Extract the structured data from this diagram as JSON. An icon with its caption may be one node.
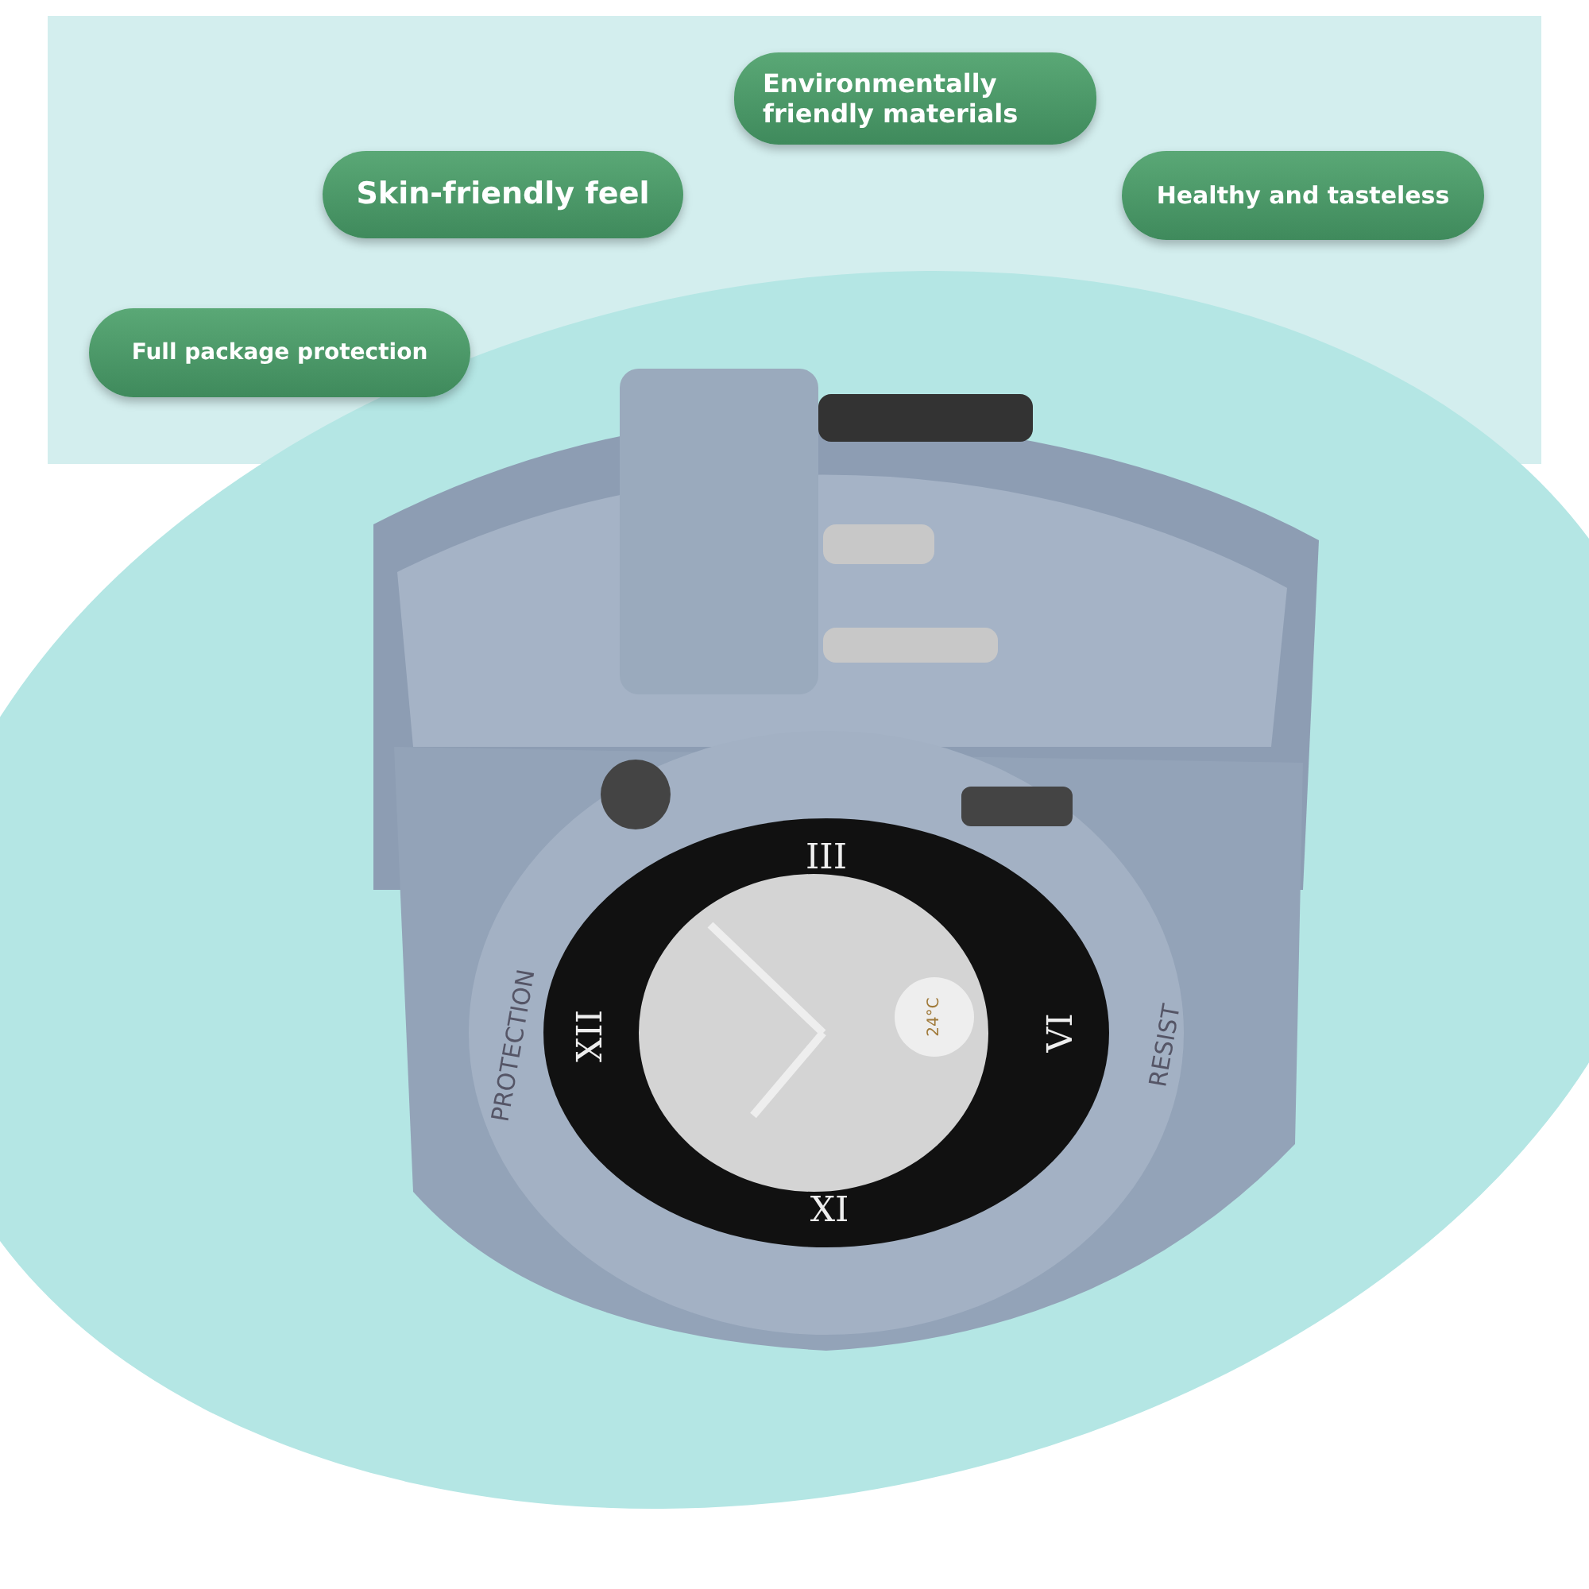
{
  "diagram": {
    "nodes": [
      {
        "text": [
          "Environmentally friendly materials"
        ]
      },
      {
        "text": [
          "Skin-friendly feel"
        ]
      },
      {
        "text": [
          "Healthy and tasteless"
        ]
      },
      {
        "text": [
          "Full package protection"
        ]
      }
    ],
    "edges": [],
    "labels": [
      "III",
      "PROTECTION",
      "XII",
      "24°C",
      "VI",
      "RESIST",
      "XI"
    ]
  }
}
